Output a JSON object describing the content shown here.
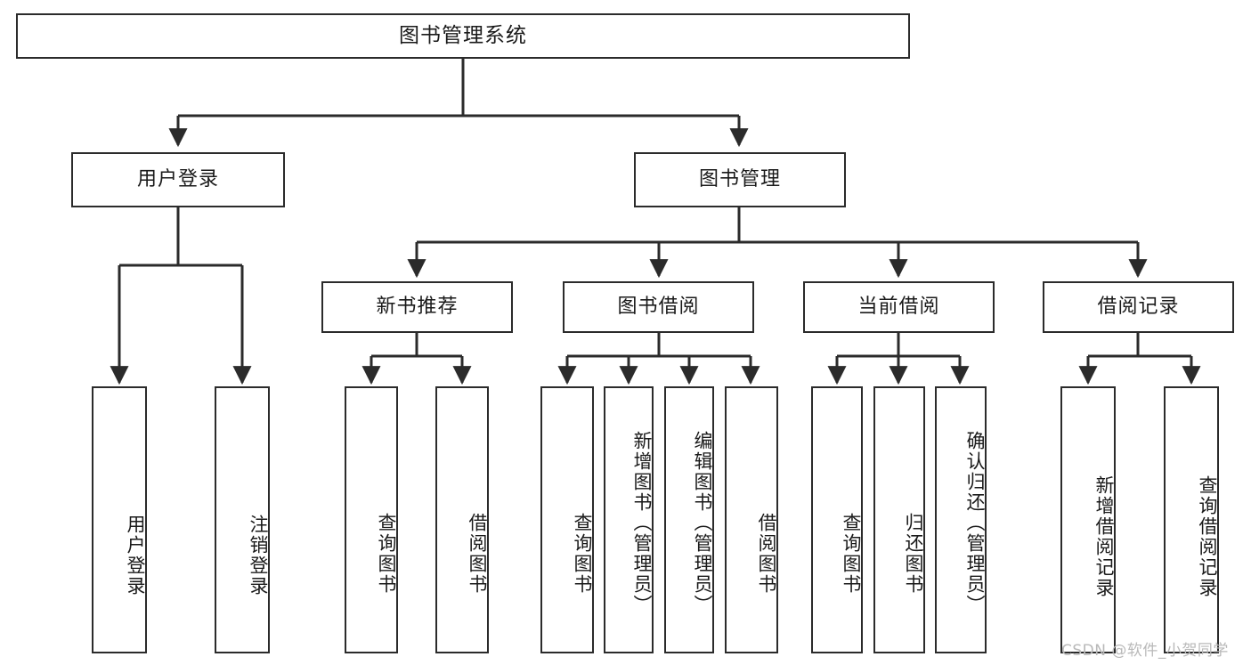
{
  "diagram": {
    "title": "图书管理系统",
    "type": "tree",
    "watermark": "CSDN @软件_小贺同学",
    "colors": {
      "stroke": "#2b2b2b",
      "fill": "#ffffff",
      "text": "#1a1a1a",
      "watermark": "#b9b9b9"
    },
    "nodes": {
      "root": {
        "label": "图书管理系统"
      },
      "level1": [
        {
          "label": "用户登录"
        },
        {
          "label": "图书管理"
        }
      ],
      "level2": [
        {
          "label": "新书推荐"
        },
        {
          "label": "图书借阅"
        },
        {
          "label": "当前借阅"
        },
        {
          "label": "借阅记录"
        }
      ],
      "leaves": {
        "user_login": [
          {
            "label": "用户登录"
          },
          {
            "label": "注销登录"
          }
        ],
        "new_book_rec": [
          {
            "label": "查询图书"
          },
          {
            "label": "借阅图书"
          }
        ],
        "book_borrow": [
          {
            "label": "查询图书"
          },
          {
            "label": "新增图书（管理员）"
          },
          {
            "label": "编辑图书（管理员）"
          },
          {
            "label": "借阅图书"
          }
        ],
        "current_borrow": [
          {
            "label": "查询图书"
          },
          {
            "label": "归还图书"
          },
          {
            "label": "确认归还（管理员）"
          }
        ],
        "borrow_record": [
          {
            "label": "新增借阅记录"
          },
          {
            "label": "查询借阅记录"
          }
        ]
      }
    }
  }
}
